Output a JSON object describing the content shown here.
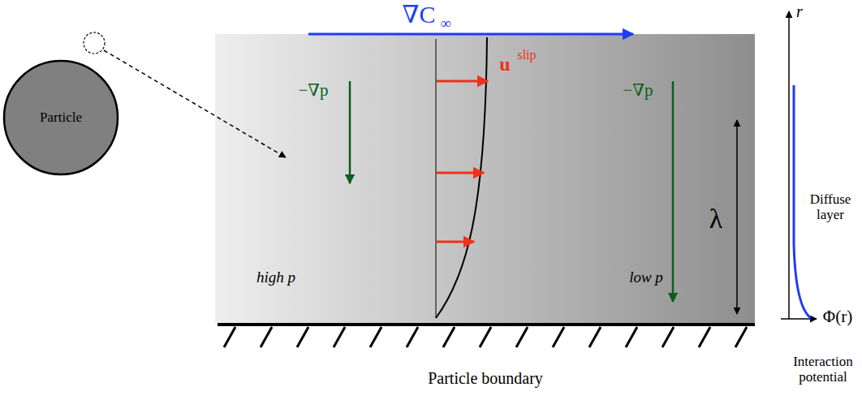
{
  "diagram": {
    "nodes": [
      {
        "text": [
          "Particle"
        ]
      }
    ],
    "labels": [
      "∇C",
      "∞",
      "−∇p",
      "−∇p",
      "u",
      "slip",
      "high p",
      "low p",
      "Particle boundary",
      "r",
      "λ",
      "Φ(r)",
      "Diffuse layer",
      "Interaction potential"
    ]
  }
}
